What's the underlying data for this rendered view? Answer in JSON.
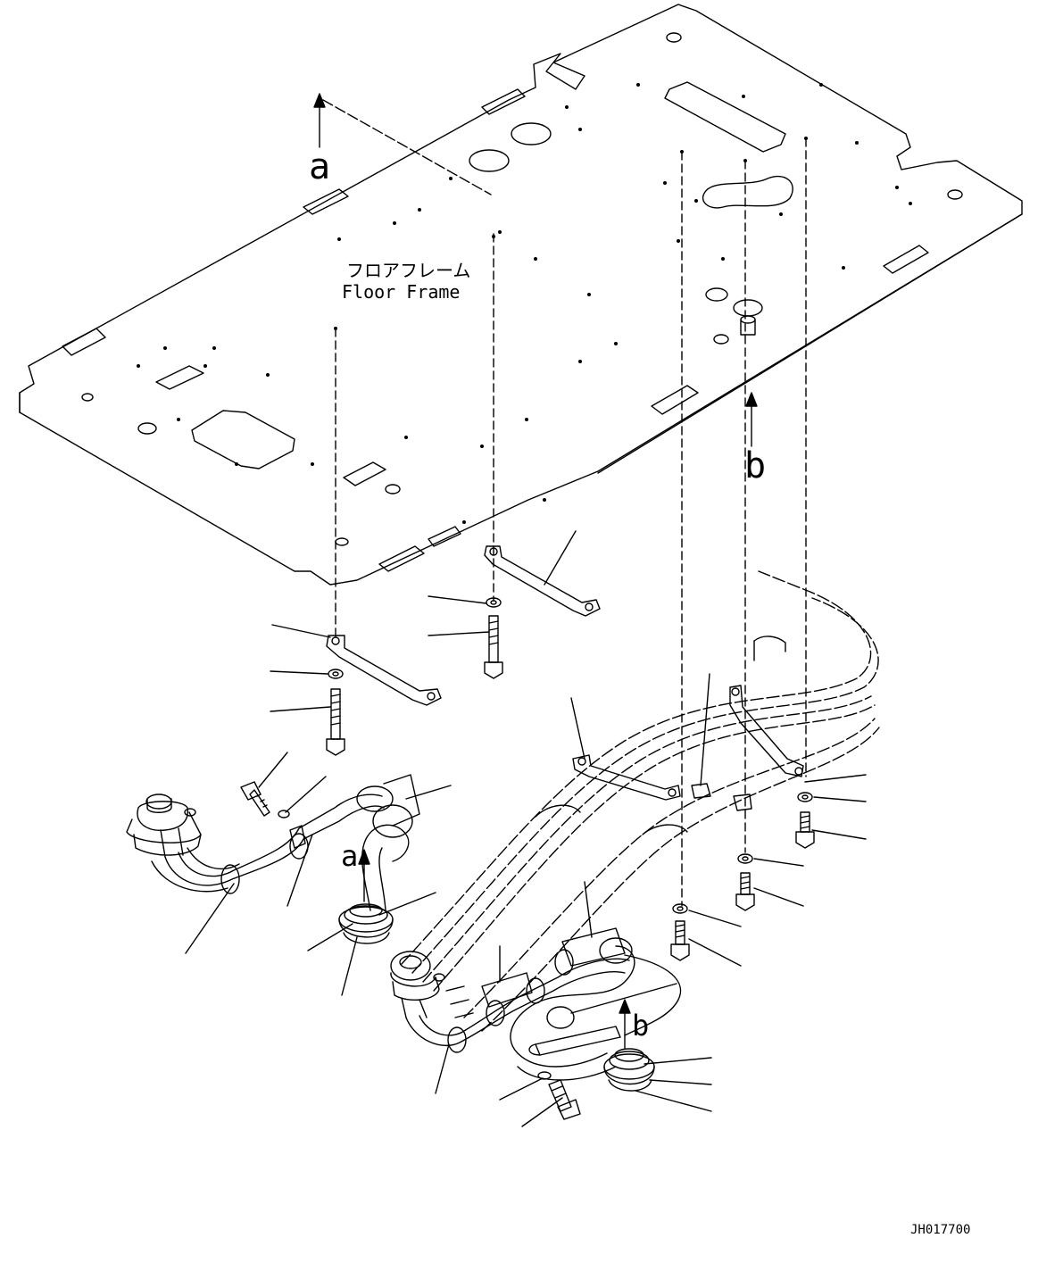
{
  "labels": {
    "floor_frame_jp": "フロアフレーム",
    "floor_frame_en": "Floor Frame",
    "marker_a": "a",
    "marker_b": "b",
    "drawing_id": "JH017700"
  },
  "colors": {
    "line": "#000000",
    "background": "#ffffff"
  }
}
